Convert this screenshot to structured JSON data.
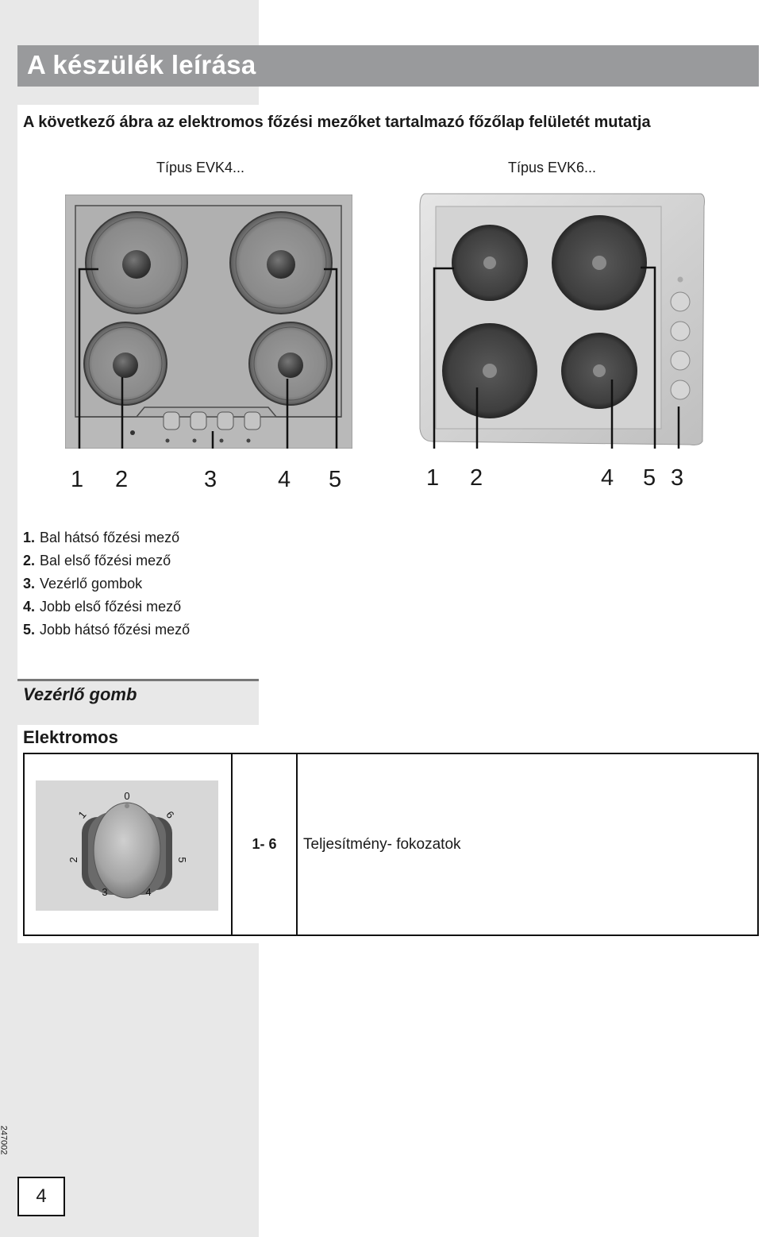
{
  "title": "A készülék leírása",
  "intro": "A következő ábra az elektromos főzési mezőket tartalmazó főzőlap felületét mutatja",
  "types": {
    "left": "Típus EVK4...",
    "right": "Típus EVK6..."
  },
  "callouts_left": [
    "1",
    "2",
    "3",
    "4",
    "5"
  ],
  "callouts_right": [
    "1",
    "2",
    "4",
    "5",
    "3"
  ],
  "legend": [
    {
      "num": "1.",
      "text": "Bal hátsó főzési mező"
    },
    {
      "num": "2.",
      "text": "Bal első főzési mező"
    },
    {
      "num": "3.",
      "text": "Vezérlő gombok"
    },
    {
      "num": "4.",
      "text": "Jobb első főzési mező"
    },
    {
      "num": "5.",
      "text": "Jobb hátsó főzési mező"
    }
  ],
  "section_title": "Vezérlő gomb",
  "subsection_title": "Elektromos",
  "knob_scale": [
    "0",
    "1",
    "2",
    "3",
    "4",
    "5",
    "6"
  ],
  "table": {
    "range": "1- 6",
    "description": "Teljesítmény- fokozatok"
  },
  "doc_code": "247002",
  "page_number": "4"
}
